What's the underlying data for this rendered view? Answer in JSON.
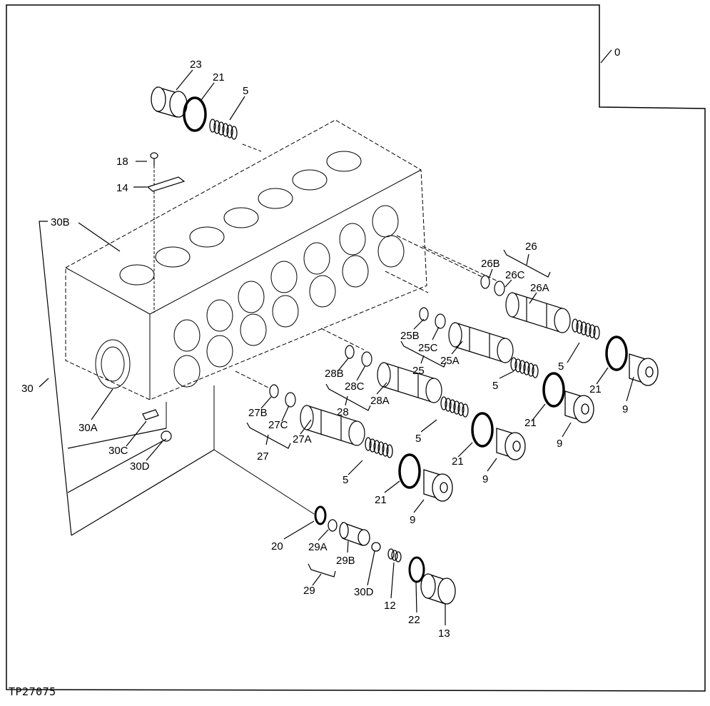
{
  "figure_id": "TP27075",
  "callouts": {
    "c0": "0",
    "c23": "23",
    "c21a": "21",
    "c5a": "5",
    "c18": "18",
    "c14": "14",
    "c30B": "30B",
    "c30": "30",
    "c30A": "30A",
    "c30C": "30C",
    "c30D_top": "30D",
    "c26": "26",
    "c26B": "26B",
    "c26C": "26C",
    "c26A": "26A",
    "c25B": "25B",
    "c25C": "25C",
    "c25": "25",
    "c25A": "25A",
    "c28B": "28B",
    "c28C": "28C",
    "c28": "28",
    "c28A": "28A",
    "c27B": "27B",
    "c27C": "27C",
    "c27": "27",
    "c27A": "27A",
    "c5b": "5",
    "c21b": "21",
    "c9a": "9",
    "c5c": "5",
    "c21c": "21",
    "c9b": "9",
    "c5d": "5",
    "c21d": "21",
    "c9c": "9",
    "c5e": "5",
    "c21e": "21",
    "c9d": "9",
    "c20": "20",
    "c29A": "29A",
    "c29B": "29B",
    "c29": "29",
    "c30D_bot": "30D",
    "c12": "12",
    "c22": "22",
    "c13": "13"
  }
}
